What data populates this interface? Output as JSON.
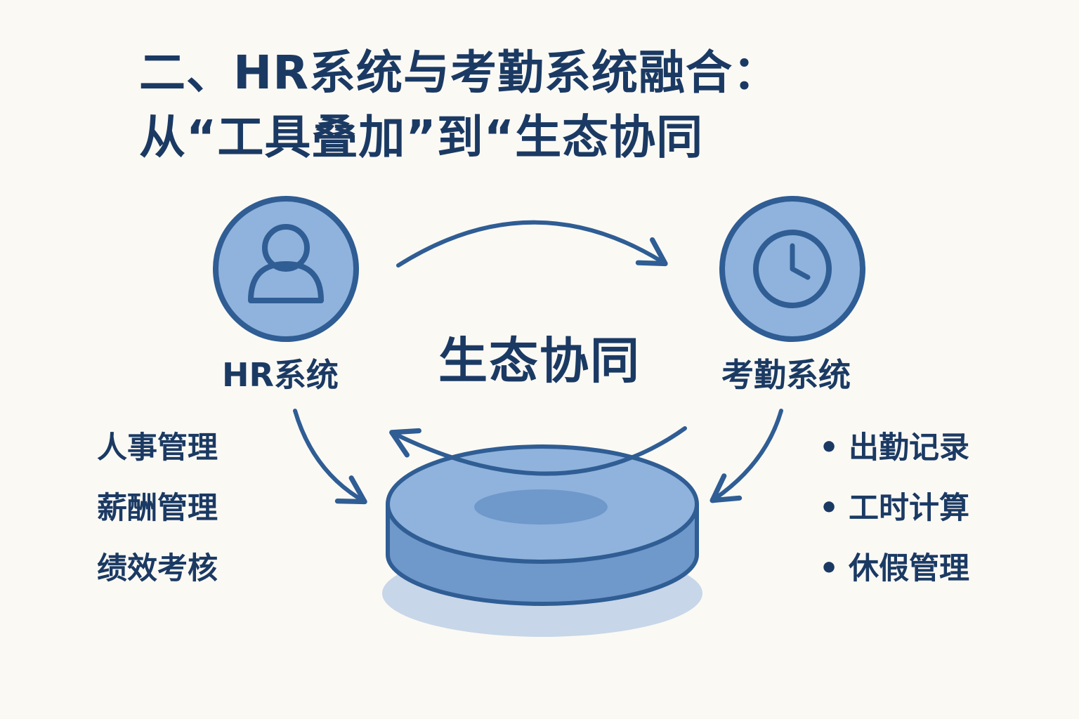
{
  "title": {
    "line1": "二、HR系统与考勤系统融合：",
    "line2": "从“工具叠加”到“生态协同"
  },
  "nodes": {
    "hr": {
      "label": "HR系统",
      "icon": "user-icon"
    },
    "attendance": {
      "label": "考勤系统",
      "icon": "clock-icon"
    },
    "hub": {
      "label": "生态协同",
      "icon": "platform-disc-icon"
    }
  },
  "hr_features": [
    "人事管理",
    "薪酬管理",
    "绩效考核"
  ],
  "attendance_features": [
    "出勤记录",
    "工时计算",
    "休假管理"
  ],
  "colors": {
    "background": "#fbf9f4",
    "navy": "#1b3a63",
    "outline": "#2f5d94",
    "fill_light": "#8fb3dc",
    "fill_mid": "#6f98cb",
    "shadow": "#c7d6e8"
  }
}
